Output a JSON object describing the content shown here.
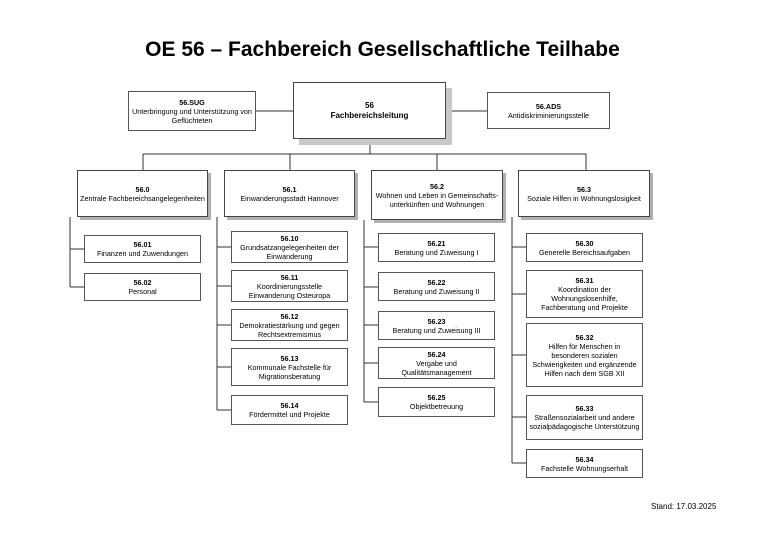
{
  "title": "OE 56 – Fachbereich Gesellschaftliche Teilhabe",
  "head": {
    "code": "56",
    "name": "Fachbereichsleitung"
  },
  "staff_left": {
    "code": "56.SUG",
    "name": "Unterbringung und Unterstützung von Geflüchteten"
  },
  "staff_right": {
    "code": "56.ADS",
    "name": "Antidiskriminierungsstelle"
  },
  "departments": [
    {
      "code": "56.0",
      "name": "Zentrale Fachbereichsangelegenheiten",
      "units": [
        {
          "code": "56.01",
          "name": "Finanzen und Zuwendungen"
        },
        {
          "code": "56.02",
          "name": "Personal"
        }
      ]
    },
    {
      "code": "56.1",
      "name": "Einwanderungsstadt Hannover",
      "units": [
        {
          "code": "56.10",
          "name": "Grundsatzangelegenheiten der Einwanderung"
        },
        {
          "code": "56.11",
          "name": "Koordinierungsstelle Einwanderung Osteuropa"
        },
        {
          "code": "56.12",
          "name": "Demokratiestärkung und gegen Rechtsextremismus"
        },
        {
          "code": "56.13",
          "name": "Kommunale Fachstelle für Migrationsberatung"
        },
        {
          "code": "56.14",
          "name": "Fördermittel und Projekte"
        }
      ]
    },
    {
      "code": "56.2",
      "name": "Wohnen und Leben in Gemeinschafts-unterkünften und Wohnungen",
      "units": [
        {
          "code": "56.21",
          "name": "Beratung und Zuweisung I"
        },
        {
          "code": "56.22",
          "name": "Beratung und Zuweisung II"
        },
        {
          "code": "56.23",
          "name": "Beratung und Zuweisung III"
        },
        {
          "code": "56.24",
          "name": "Vergabe und Qualitätsmanagement"
        },
        {
          "code": "56.25",
          "name": "Objektbetreuung"
        }
      ]
    },
    {
      "code": "56.3",
      "name": "Soziale Hilfen in Wohnungslosigkeit",
      "units": [
        {
          "code": "56.30",
          "name": "Generelle Bereichsaufgaben"
        },
        {
          "code": "56.31",
          "name": "Koordination der Wohnungslosenhilfe, Fachberatung und Projekte"
        },
        {
          "code": "56.32",
          "name": "Hilfen für Menschen in besonderen sozialen Schwierigkeiten und ergänzende Hilfen nach dem SGB XII"
        },
        {
          "code": "56.33",
          "name": "Straßensozialarbeit und andere sozialpädagogische Unterstützung"
        },
        {
          "code": "56.34",
          "name": "Fachstelle Wohnungserhalt"
        }
      ]
    }
  ],
  "stand": "Stand: 17.03.2025"
}
